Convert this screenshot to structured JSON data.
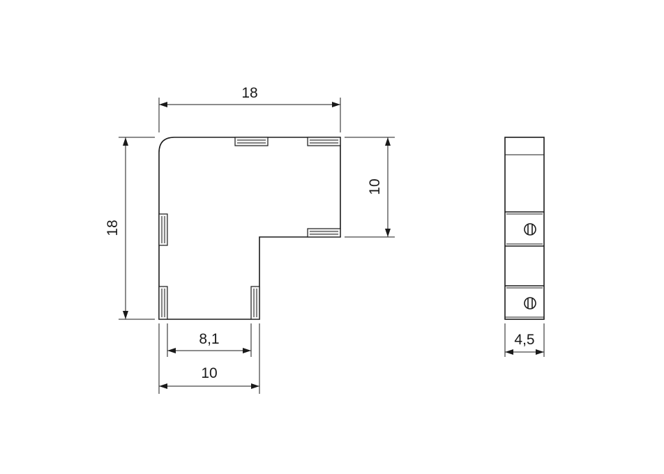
{
  "dimensions": {
    "top_width": "18",
    "left_height": "18",
    "right_height": "10",
    "inner_width": "8,1",
    "bottom_width": "10",
    "side_thickness": "4,5"
  },
  "colors": {
    "line": "#1a1a1a",
    "background": "#ffffff"
  }
}
